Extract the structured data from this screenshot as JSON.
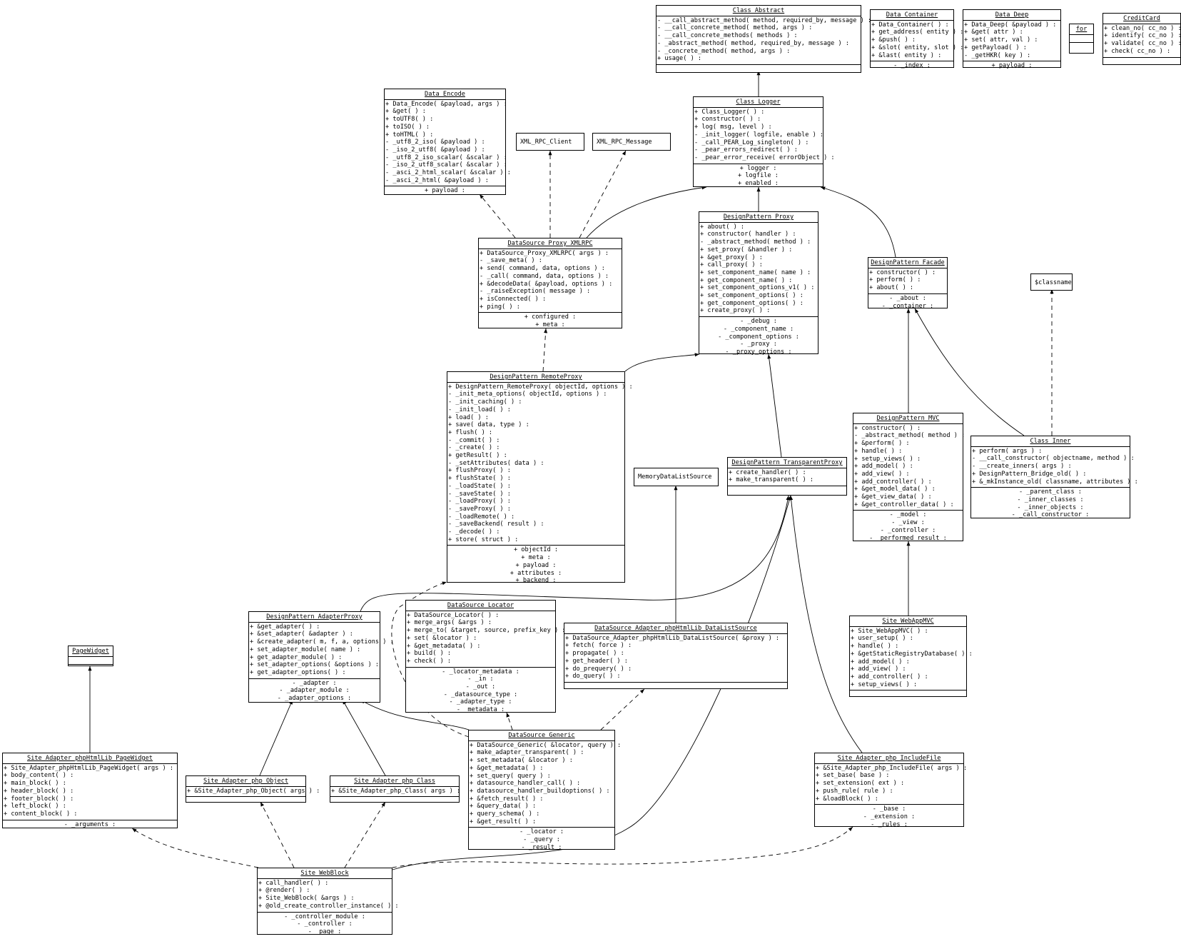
{
  "classes": [
    {
      "id": "class_abstract",
      "name": "Class_Abstract",
      "ops": [
        "- __call_abstract_method( method, required_by, message ) :",
        "- __call_concrete_method( method, args ) :",
        "- __call_concrete_methods( methods ) :",
        "- _abstract_method( method, required_by, message ) :",
        "- _concrete_method( method, args ) :",
        "+ usage( ) :"
      ],
      "attrs": []
    },
    {
      "id": "data_container",
      "name": "Data_Container",
      "ops": [
        "+ Data_Container( ) :",
        "+ get_address( entity ) :",
        "+ &push( ) :",
        "+ &slot( entity, slot ) :",
        "+ &last( entity ) :"
      ],
      "attrs": [
        "- _index :"
      ]
    },
    {
      "id": "data_deep",
      "name": "Data_Deep",
      "ops": [
        "+ Data_Deep( &payload ) :",
        "+ &get( attr ) :",
        "+ set( attr, val ) :",
        "+ getPayload( ) :",
        "- _getHKR( key ) :"
      ],
      "attrs": [
        "+ payload :"
      ]
    },
    {
      "id": "for",
      "name": "for",
      "ops": [],
      "attrs": []
    },
    {
      "id": "creditcard",
      "name": "CreditCard",
      "ops": [
        "+ clean_no( cc_no ) :",
        "+ identify( cc_no ) :",
        "+ validate( cc_no ) :",
        "+ check( cc_no ) :"
      ],
      "attrs": []
    },
    {
      "id": "data_encode",
      "name": "Data_Encode",
      "ops": [
        "+ Data_Encode( &payload, args ) :",
        "+ &get( ) :",
        "+ toUTF8( ) :",
        "+ toISO( ) :",
        "+ toHTML( ) :",
        "- _utf8_2_iso( &payload ) :",
        "- _iso_2_utf8( &payload ) :",
        "- _utf8_2_iso_scalar( &scalar ) :",
        "- _iso_2_utf8_scalar( &scalar ) :",
        "- _asci_2_html_scalar( &scalar ) :",
        "- _asci_2_html( &payload ) :"
      ],
      "attrs": [
        "+ payload :"
      ]
    },
    {
      "id": "class_logger",
      "name": "Class_Logger",
      "ops": [
        "+ Class_Logger( ) :",
        "+ constructor( ) :",
        "+ log( msg, level ) :",
        "- _init_logger( logfile, enable ) :",
        "- _call_PEAR_Log_singleton( ) :",
        "- _pear_errors_redirect( ) :",
        "- _pear_error_receive( errorObject ) :"
      ],
      "attrs": [
        "+ logger :",
        "+ logfile :",
        "+ enabled :"
      ]
    },
    {
      "id": "datasource_proxy_xmlrpc",
      "name": "DataSource_Proxy_XMLRPC",
      "ops": [
        "+ DataSource_Proxy_XMLRPC( args ) :",
        "- _save_meta( ) :",
        "+ send( command, data, options ) :",
        "- _call( command, data, options ) :",
        "+ &decodeData( &payload, options ) :",
        "- _raiseException( message ) :",
        "+ isConnected( ) :",
        "+ ping( ) :"
      ],
      "attrs": [
        "+ configured :",
        "+ meta :"
      ]
    },
    {
      "id": "designpattern_proxy",
      "name": "DesignPattern_Proxy",
      "ops": [
        "+ about( ) :",
        "+ constructor( handler ) :",
        "- _abstract_method( method ) :",
        "+ set_proxy( &handler ) :",
        "+ &get_proxy( ) :",
        "+ call_proxy( ) :",
        "+ set_component_name( name ) :",
        "+ get_component_name( ) :",
        "+ set_component_options_v1( ) :",
        "+ set_component_options( ) :",
        "+ get_component_options( ) :",
        "+ create_proxy( ) :"
      ],
      "attrs": [
        "- _debug :",
        "- _component_name :",
        "- _component_options :",
        "- _proxy :",
        "- _proxy_options :"
      ]
    },
    {
      "id": "designpattern_facade",
      "name": "DesignPattern_Facade",
      "ops": [
        "+ constructor( ) :",
        "+ perform( ) :",
        "+ about( ) :"
      ],
      "attrs": [
        "- _about :",
        "- _container :"
      ]
    },
    {
      "id": "designpattern_remoteproxy",
      "name": "DesignPattern_RemoteProxy",
      "ops": [
        "+ DesignPattern_RemoteProxy( objectId, options ) :",
        "- _init_meta_options( objectId, options ) :",
        "- _init_caching( ) :",
        "- _init_load( ) :",
        "+ load( ) :",
        "+ save( data, type ) :",
        "+ flush( ) :",
        "- _commit( ) :",
        "- _create( ) :",
        "+ getResult( ) :",
        "- _setAttributes( data ) :",
        "+ flushProxy( ) :",
        "+ flushState( ) :",
        "- _loadState( ) :",
        "- _saveState( ) :",
        "- _loadProxy( ) :",
        "- _saveProxy( ) :",
        "- _loadRemote( ) :",
        "- _saveBackend( result ) :",
        "- _decode( ) :",
        "+ store( struct ) :"
      ],
      "attrs": [
        "+ objectId :",
        "+ meta :",
        "+ payload :",
        "+ attributes :",
        "+ backend :"
      ]
    },
    {
      "id": "designpattern_mvc",
      "name": "DesignPattern_MVC",
      "ops": [
        "+ constructor( ) :",
        "- _abstract_method( method ) :",
        "+ &perform( ) :",
        "+ handle( ) :",
        "+ setup_views( ) :",
        "+ add_model( ) :",
        "+ add_view( ) :",
        "+ add_controller( ) :",
        "+ &get_model_data( ) :",
        "+ &get_view_data( ) :",
        "+ &get_controller_data( ) :"
      ],
      "attrs": [
        "- _model :",
        "- _view :",
        "- _controller :",
        "- _performed_result :"
      ]
    },
    {
      "id": "class_inner",
      "name": "Class_Inner",
      "ops": [
        "+ perform( args ) :",
        "- __call_constructor( objectname, method ) :",
        "- __create_inners( args ) :",
        "+ DesignPattern_Bridge_old( ) :",
        "+ &_mkInstance_old( classname, attributes ) :"
      ],
      "attrs": [
        "- _parent_class :",
        "- _inner_classes :",
        "- _inner_objects :",
        "- _call_constructor :"
      ]
    },
    {
      "id": "designpattern_transparentproxy",
      "name": "DesignPattern_TransparentProxy",
      "ops": [
        "+ create_handler( ) :",
        "+ make_transparent( ) :"
      ],
      "attrs": []
    },
    {
      "id": "designpattern_adapterproxy",
      "name": "DesignPattern_AdapterProxy",
      "ops": [
        "+ &get_adapter( ) :",
        "+ &set_adapter( &adapter ) :",
        "+ &create_adapter( m, f, a, options ) :",
        "+ set_adapter_module( name ) :",
        "+ get_adapter_module( ) :",
        "+ set_adapter_options( &options ) :",
        "+ get_adapter_options( ) :"
      ],
      "attrs": [
        "- _adapter :",
        "- _adapter_module :",
        "- _adapter_options :"
      ]
    },
    {
      "id": "datasource_locator",
      "name": "DataSource_Locator",
      "ops": [
        "+ DataSource_Locator( ) :",
        "+ merge_args( &args ) :",
        "+ merge_to( &target, source, prefix_key ) :",
        "+ set( &locator ) :",
        "+ &get_metadata( ) :",
        "+ build( ) :",
        "+ check( ) :"
      ],
      "attrs": [
        "- _locator_metadata :",
        "- _in :",
        "- _out :",
        "- _datasource_type :",
        "- _adapter_type :",
        "- _metadata :"
      ]
    },
    {
      "id": "datasource_adapter_datalistsource",
      "name": "DataSource_Adapter_phpHtmlLib_DataListSource",
      "ops": [
        "+ DataSource_Adapter_phpHtmlLib_DataListSource( &proxy ) :",
        "+ fetch( force ) :",
        "+ propagate( ) :",
        "+ get_header( ) :",
        "+ do_prequery( ) :",
        "+ do_query( ) :"
      ],
      "attrs": []
    },
    {
      "id": "site_webappmvc",
      "name": "Site_WebAppMVC",
      "ops": [
        "+ Site_WebAppMVC( ) :",
        "+ user_setup( ) :",
        "+ handle( ) :",
        "+ &getStaticRegistryDatabase( ) :",
        "+ add_model( ) :",
        "+ add_view( ) :",
        "+ add_controller( ) :",
        "+ setup_views( ) :"
      ],
      "attrs": []
    },
    {
      "id": "pagewidget",
      "name": "PageWidget",
      "ops": [],
      "attrs": []
    },
    {
      "id": "site_adapter_pagewidget",
      "name": "Site_Adapter_phpHtmlLib_PageWidget",
      "ops": [
        "+ Site_Adapter_phpHtmlLib_PageWidget( args ) :",
        "+ body_content( ) :",
        "+ main_block( ) :",
        "+ header_block( ) :",
        "+ footer_block( ) :",
        "+ left_block( ) :",
        "+ content_block( ) :"
      ],
      "attrs": [
        "- _arguments :"
      ]
    },
    {
      "id": "site_adapter_php_object",
      "name": "Site_Adapter_php_Object",
      "ops": [
        "+ &Site_Adapter_php_Object( args ) :"
      ],
      "attrs": []
    },
    {
      "id": "site_adapter_php_class",
      "name": "Site_Adapter_php_Class",
      "ops": [
        "+ &Site_Adapter_php_Class( args ) :"
      ],
      "attrs": []
    },
    {
      "id": "datasource_generic",
      "name": "DataSource_Generic",
      "ops": [
        "+ DataSource_Generic( &locator, query ) :",
        "+ make_adapter_transparent( ) :",
        "+ set_metadata( &locator ) :",
        "+ &get_metadata( ) :",
        "+ set_query( query ) :",
        "+ datasource_handler_call( ) :",
        "+ datasource_handler_buildoptions( ) :",
        "+ &fetch_result( ) :",
        "+ &query_data( ) :",
        "+ query_schema( ) :",
        "+ &get_result( ) :"
      ],
      "attrs": [
        "- _locator :",
        "- _query :",
        "- _result :"
      ]
    },
    {
      "id": "site_adapter_php_includefile",
      "name": "Site_Adapter_php_IncludeFile",
      "ops": [
        "+ &Site_Adapter_php_IncludeFile( args ) :",
        "+ set_base( base ) :",
        "+ set_extension( ext ) :",
        "+ push_rule( rule ) :",
        "+ &loadBlock( ) :"
      ],
      "attrs": [
        "- _base :",
        "- _extension :",
        "- _rules :"
      ]
    },
    {
      "id": "site_webblock",
      "name": "Site_WebBlock",
      "ops": [
        "+ call_handler( ) :",
        "+ @render( ) :",
        "+ Site_WebBlock( &args ) :",
        "+ @old_create_controller_instance( ) :"
      ],
      "attrs": [
        "- _controller_module :",
        "- _controller :",
        "- _page :"
      ]
    }
  ],
  "simple_boxes": [
    {
      "id": "xml_rpc_client",
      "name": "XML_RPC_Client"
    },
    {
      "id": "xml_rpc_message",
      "name": "XML_RPC_Message"
    },
    {
      "id": "memorydatalistsource",
      "name": "MemoryDataListSource"
    },
    {
      "id": "classname",
      "name": "$classname"
    }
  ]
}
